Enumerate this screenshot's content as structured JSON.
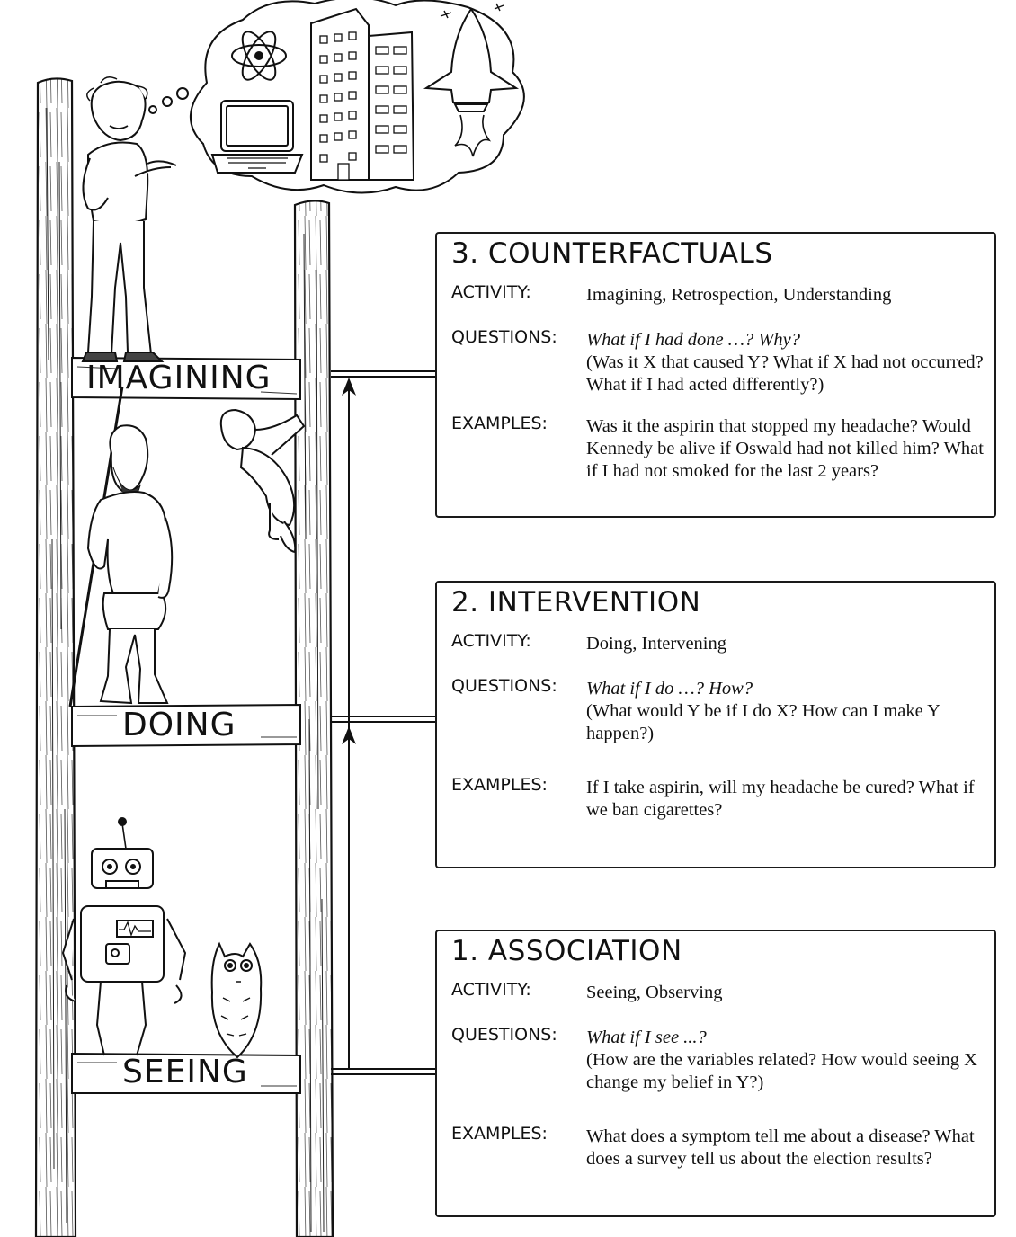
{
  "rungs": {
    "imagining": "IMAGINING",
    "doing": "DOING",
    "seeing": "SEEING"
  },
  "boxes": [
    {
      "title": "3. COUNTERFACTUALS",
      "activity_label": "ACTIVITY:",
      "activity": "Imagining, Retrospection, Understanding",
      "questions_label": "QUESTIONS:",
      "question_italic": "What if I had done …? Why?",
      "question_text": "(Was it X that caused Y? What if X had not occurred? What if I had acted differently?)",
      "examples_label": "EXAMPLES:",
      "examples": "Was it the aspirin that stopped my headache? Would Kennedy be alive if Oswald had not killed him? What if I had not smoked for the last 2 years?"
    },
    {
      "title": "2. INTERVENTION",
      "activity_label": "ACTIVITY:",
      "activity": "Doing, Intervening",
      "questions_label": "QUESTIONS:",
      "question_italic": "What if I do …? How?",
      "question_text": "(What would Y be if I do X? How can I make Y happen?)",
      "examples_label": "EXAMPLES:",
      "examples": "If I take aspirin, will my headache be cured? What if we ban cigarettes?"
    },
    {
      "title": "1. ASSOCIATION",
      "activity_label": "ACTIVITY:",
      "activity": "Seeing, Observing",
      "questions_label": "QUESTIONS:",
      "question_italic": "What if I see ...?",
      "question_text": "(How are the variables related? How would seeing X change my belief in Y?)",
      "examples_label": "EXAMPLES:",
      "examples": "What does a symptom tell me about a disease? What does a survey tell us about the election results?"
    }
  ],
  "figures": [
    "scientist-figure",
    "thought-cloud",
    "caveman-figure",
    "baby-figure",
    "robot-figure",
    "owl-figure"
  ]
}
